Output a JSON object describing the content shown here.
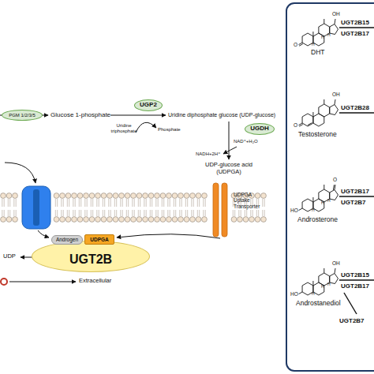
{
  "diagram": {
    "nodes": [
      {
        "text": [
          "PGM 1/2/3/5"
        ]
      },
      {
        "text": [
          "UGP2"
        ]
      },
      {
        "text": [
          "UGDH"
        ]
      },
      {
        "text": [
          "UGT2B"
        ]
      },
      {
        "text": [
          "Androgen"
        ],
        "in": 3
      },
      {
        "text": [
          "UDPGA"
        ],
        "in": 3
      }
    ],
    "labels": [
      "Glucose 1-phosphate",
      "Uridine diphosphate glucose (UDP-glucose)",
      "Uridine triphosphate",
      "Phosphate",
      "NAD⁺+H₂O",
      "NADH+2H⁺",
      "UDP-glucose acid (UDPGA)",
      "UDPGA Uptake Transporter",
      "UDP",
      "Extracellular",
      "DHT",
      "UGT2B15",
      "UGT2B17",
      "Testosterone",
      "UGT2B28",
      "Androsterone",
      "UGT2B17",
      "UGT2B7",
      "Androstanediol",
      "UGT2B15",
      "UGT2B17",
      "UGT2B7",
      "OH",
      "O",
      "OH",
      "O",
      "O",
      "HO",
      "OH",
      "HO",
      "H",
      "H",
      "H",
      "H",
      "H",
      "H",
      "H",
      "H",
      "H"
    ]
  }
}
